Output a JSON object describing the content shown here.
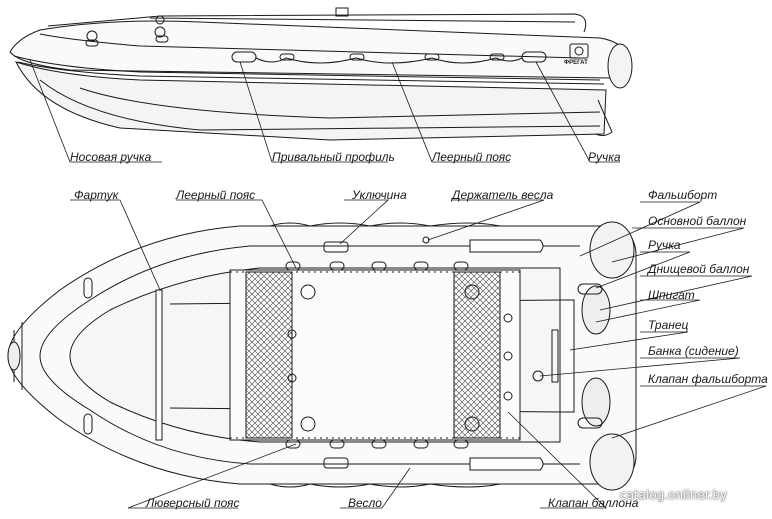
{
  "labels": {
    "nose_handle": "Носовая ручка",
    "mooring_profile": "Привальный профиль",
    "lifeline_top": "Леерный пояс",
    "handle_top": "Ручка",
    "apron": "Фартук",
    "lifeline_plan": "Леерный пояс",
    "oarlock": "Уключина",
    "oar_holder": "Держатель весла",
    "bulwark": "Фальшборт",
    "main_tube": "Основной баллон",
    "handle_plan": "Ручка",
    "bottom_tube": "Днищевой баллон",
    "drain": "Шпигат",
    "transom": "Транец",
    "seat": "Банка (сидение)",
    "bulwark_valve": "Клапан фальшборта",
    "grommet_belt": "Люверсный пояс",
    "oar": "Весло",
    "tube_valve": "Клапан баллона"
  },
  "logo_text": "ФРЕГАТ",
  "watermark": "catalog.onliner.by",
  "colors": {
    "line": "#1a1a1a",
    "fill_tube": "#f4f4f4",
    "mesh": "#444444",
    "watermark_shadow": "#555555"
  }
}
